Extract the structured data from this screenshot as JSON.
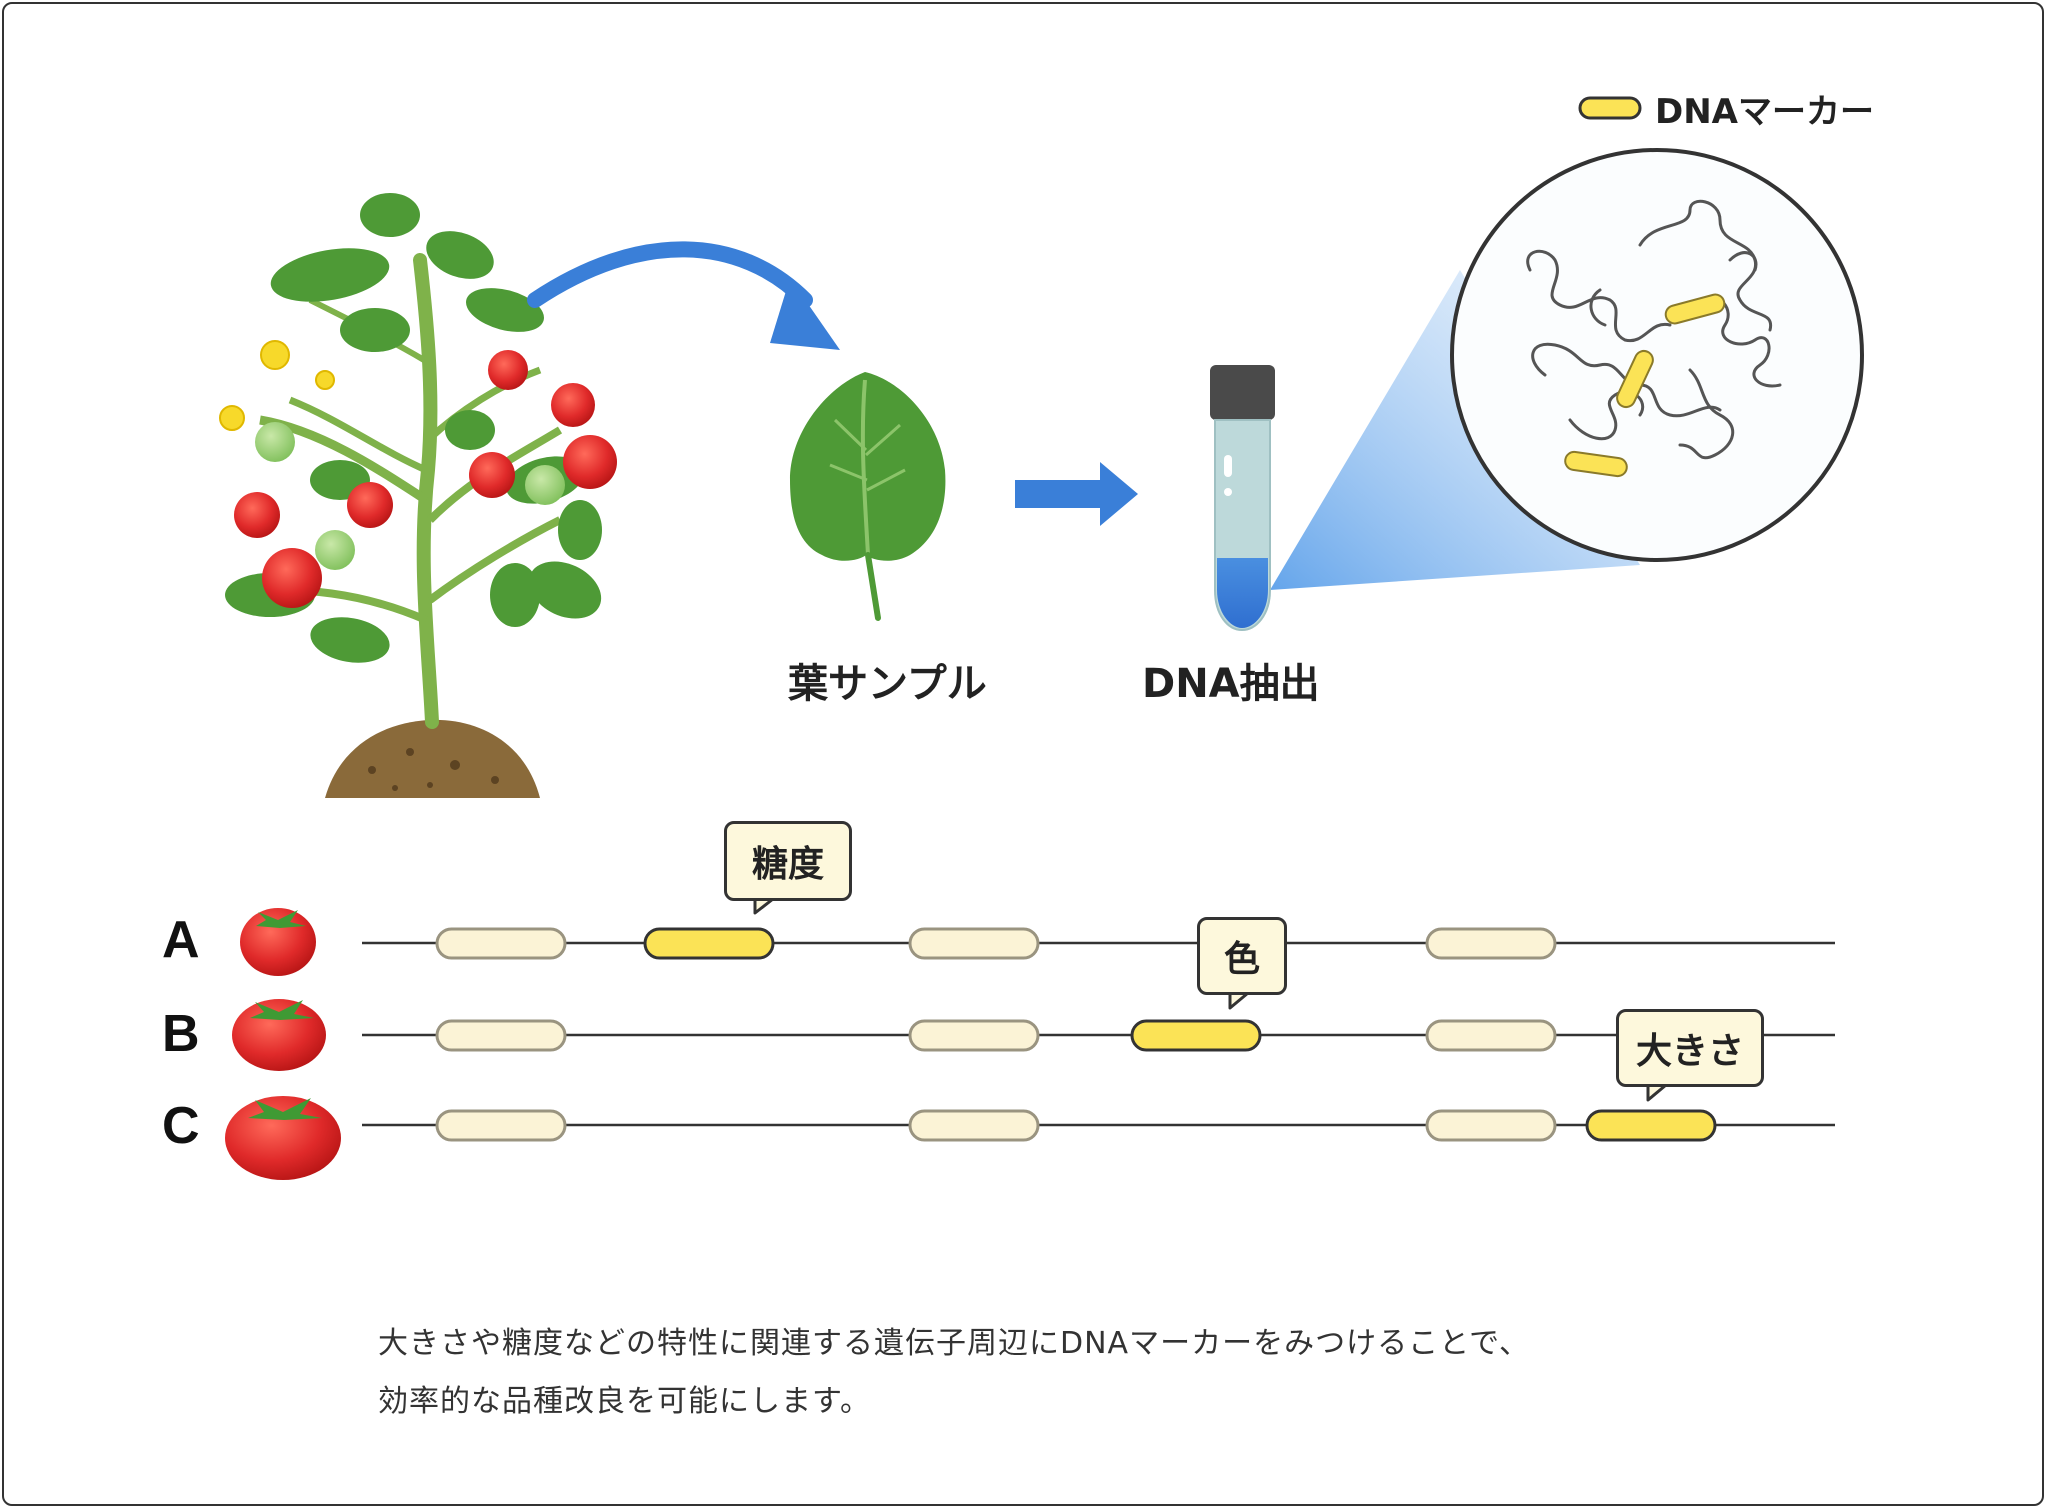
{
  "legend": {
    "label": "DNAマーカー",
    "marker_color": "#fbe356"
  },
  "steps": [
    {
      "label": "葉サンプル"
    },
    {
      "label": "DNA抽出"
    }
  ],
  "rows": [
    {
      "letter": "A",
      "trait": "糖度"
    },
    {
      "letter": "B",
      "trait": "色"
    },
    {
      "letter": "C",
      "trait": "大きさ"
    }
  ],
  "colors": {
    "marker": "#fbe356",
    "neutral_segment": "#fbf3d6",
    "arrow": "#3a7fd8",
    "tomato": "#e02a2a",
    "leaf": "#4e9a36"
  },
  "caption": {
    "line1": "大きさや糖度などの特性に関連する遺伝子周辺にDNAマーカーをみつけることで、",
    "line2": "効率的な品種改良を可能にします。"
  }
}
